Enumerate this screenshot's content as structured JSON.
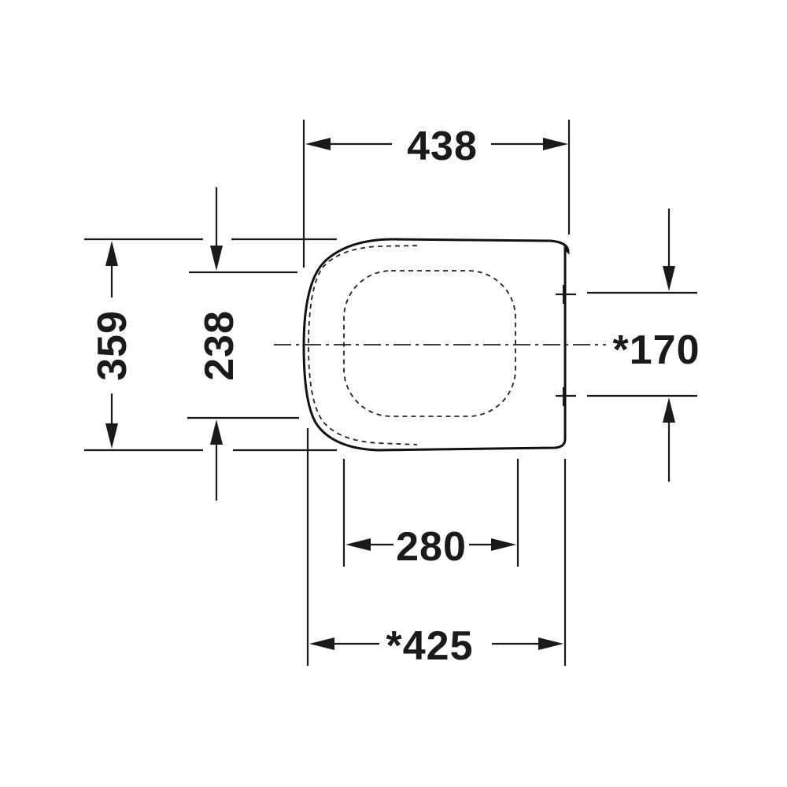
{
  "diagram": {
    "colors": {
      "ink": "#1a1a1a",
      "background": "#ffffff"
    },
    "dimensions": {
      "overall_width": "438",
      "overall_length": "359",
      "inner_length": "238",
      "hinge_spacing": "*170",
      "inner_width": "280",
      "bottom_width": "*425"
    }
  }
}
